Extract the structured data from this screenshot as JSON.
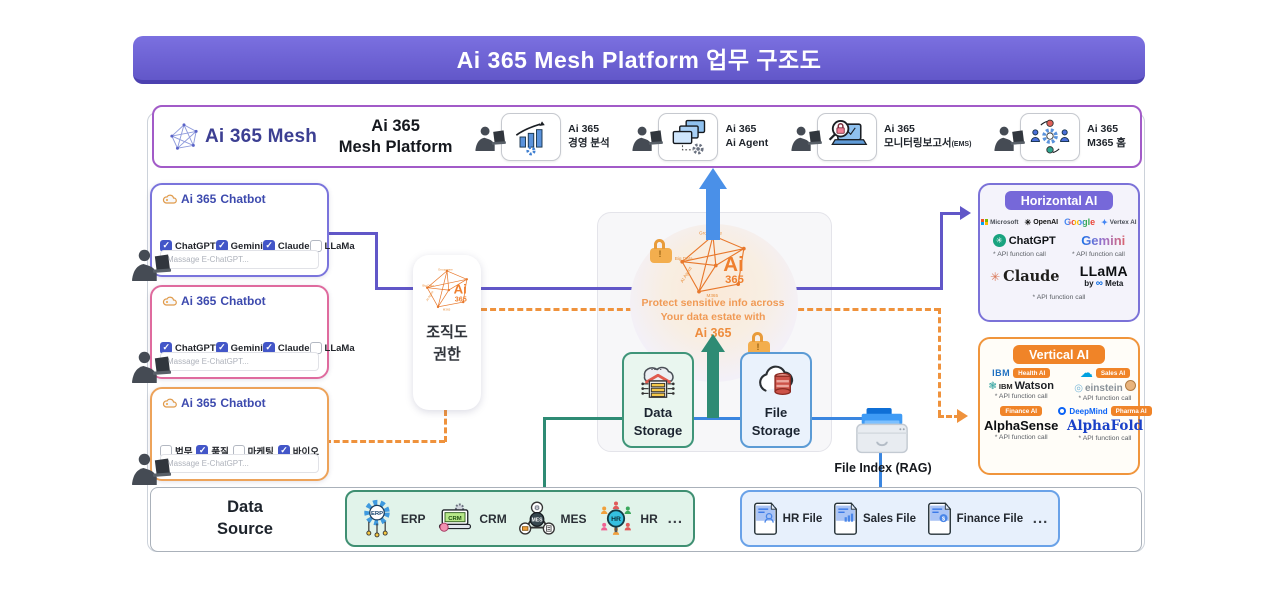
{
  "title": "Ai 365 Mesh Platform 업무 구조도",
  "platform_bar": {
    "logo_text": "Ai 365 Mesh",
    "name_line1": "Ai 365",
    "name_line2": "Mesh Platform",
    "items": [
      {
        "line1": "Ai 365",
        "line2": "경영 분석"
      },
      {
        "line1": "Ai 365",
        "line2": "Ai Agent"
      },
      {
        "line1": "Ai 365",
        "line2": "모니터링보고서",
        "suffix": "(EMS)"
      },
      {
        "line1": "Ai 365",
        "line2": "M365 홈"
      }
    ]
  },
  "chatbots": [
    {
      "brand": "Ai 365",
      "title": "Chatbot",
      "placeholder": "Massage E-ChatGPT...",
      "options": [
        {
          "label": "ChatGPT",
          "checked": true
        },
        {
          "label": "Gemini",
          "checked": true
        },
        {
          "label": "Claude",
          "checked": true
        },
        {
          "label": "LLaMa",
          "checked": false
        }
      ]
    },
    {
      "brand": "Ai 365",
      "title": "Chatbot",
      "placeholder": "Massage E-ChatGPT...",
      "options": [
        {
          "label": "ChatGPT",
          "checked": true
        },
        {
          "label": "Gemini",
          "checked": true
        },
        {
          "label": "Claude",
          "checked": true
        },
        {
          "label": "LLaMa",
          "checked": false
        }
      ]
    },
    {
      "brand": "Ai 365",
      "title": "Chatbot",
      "placeholder": "Massage E-ChatGPT...",
      "options": [
        {
          "label": "법무",
          "checked": false
        },
        {
          "label": "품질",
          "checked": true
        },
        {
          "label": "마케팅",
          "checked": false
        },
        {
          "label": "바이오",
          "checked": true
        }
      ]
    }
  ],
  "org_box": {
    "line1": "조직도",
    "line2": "권한"
  },
  "ai_logo": {
    "ai": "Ai",
    "num": "365",
    "tag_top": "Groupware",
    "tag_left": "Big Data",
    "tag_lower_left": "AI Agent",
    "tag_bottom": "M365"
  },
  "center": {
    "protect_line1": "Protect sensitive info across",
    "protect_line2": "Your data estate with",
    "protect_line3": "Ai 365",
    "data_storage_line1": "Data",
    "data_storage_line2": "Storage",
    "file_storage_line1": "File",
    "file_storage_line2": "Storage"
  },
  "file_index_label": "File Index (RAG)",
  "horizontal_ai": {
    "header": "Horizontal AI",
    "providers": [
      {
        "name": "Microsoft"
      },
      {
        "name": "OpenAI"
      },
      {
        "name": "Google"
      },
      {
        "name": "Vertex AI"
      }
    ],
    "chatgpt": "ChatGPT",
    "gemini": "Gemini",
    "claude": "Claude",
    "llama": "LLaMA",
    "llama_by": "by",
    "llama_meta": "Meta",
    "api_note": "* API function call"
  },
  "vertical_ai": {
    "header": "Vertical AI",
    "ibm": "IBM",
    "health_badge": "Health AI",
    "watson_ibm": "IBM",
    "watson": "Watson",
    "sales_badge": "Sales AI",
    "einstein": "einstein",
    "finance_badge": "Finance AI",
    "alphasense": "AlphaSense",
    "deepmind": "DeepMind",
    "pharma_badge": "Pharma AI",
    "alphafold": "AlphaFold",
    "api_note": "* API function call"
  },
  "data_source": {
    "title_line1": "Data",
    "title_line2": "Source",
    "systems": [
      {
        "label": "ERP"
      },
      {
        "label": "CRM"
      },
      {
        "label": "MES"
      },
      {
        "label": "HR"
      }
    ],
    "systems_more": "...",
    "files": [
      {
        "label": "HR File"
      },
      {
        "label": "Sales File"
      },
      {
        "label": "Finance File"
      }
    ],
    "files_more": "..."
  }
}
